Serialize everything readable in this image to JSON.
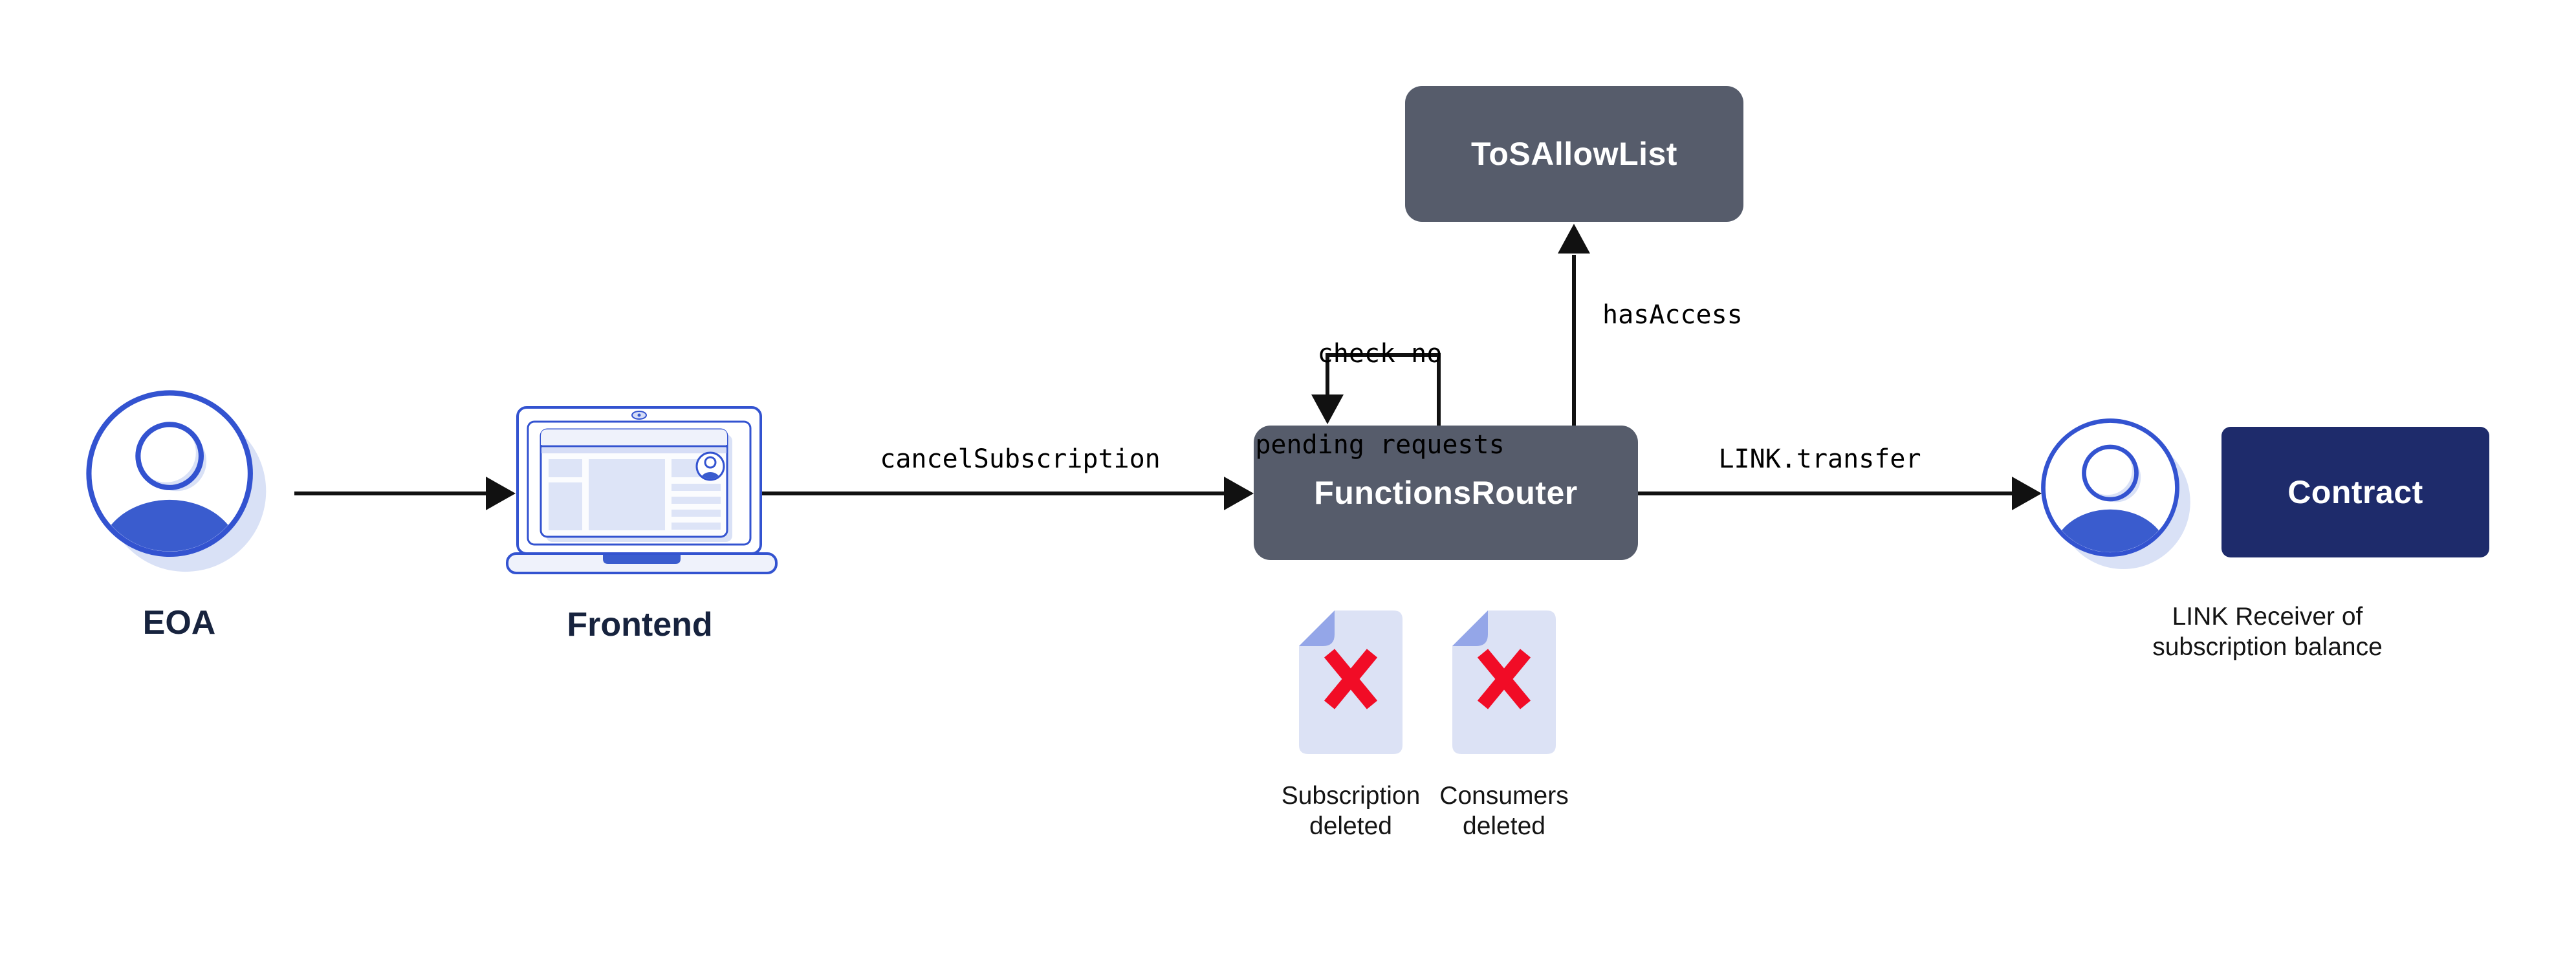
{
  "colors": {
    "slate": "#565C6B",
    "navy": "#1E2B6B",
    "blue": "#3A5CCE",
    "blue_stroke": "#3353D0",
    "lavender": "#D9E1F6",
    "doc_body": "#DCE2F5",
    "doc_fold": "#94A6E8",
    "red": "#F10C26",
    "label_navy": "#17233E",
    "arrow_black": "#111111"
  },
  "nodes": {
    "eoa": {
      "label": "EOA"
    },
    "frontend": {
      "label": "Frontend"
    },
    "functions_router": {
      "label": "FunctionsRouter"
    },
    "tos_allow_list": {
      "label": "ToSAllowList"
    },
    "contract": {
      "label": "Contract"
    },
    "link_receiver": {
      "label_line1": "LINK Receiver of",
      "label_line2": "subscription balance"
    },
    "subscription_deleted": {
      "label_line1": "Subscription",
      "label_line2": "deleted"
    },
    "consumers_deleted": {
      "label_line1": "Consumers",
      "label_line2": "deleted"
    }
  },
  "edges": {
    "cancel_subscription": {
      "label": "cancelSubscription"
    },
    "link_transfer": {
      "label": "LINK.transfer"
    },
    "has_access": {
      "label": "hasAccess"
    },
    "check_no_pending": {
      "label_line1": "check no",
      "label_line2": "pending requests"
    }
  }
}
